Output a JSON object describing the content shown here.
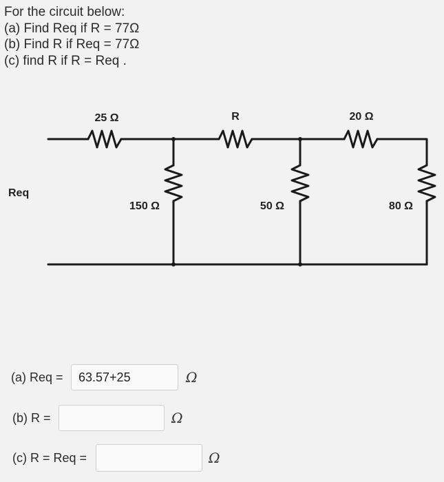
{
  "question": {
    "intro": "For the circuit below:",
    "part_a": "(a) Find Req if R = 77Ω",
    "part_b": "(b) Find R if Req = 77Ω",
    "part_c": "(c) find R if R = Req ."
  },
  "circuit": {
    "req_label": "Req",
    "r25": "25 Ω",
    "r_unknown": "R",
    "r20": "20 Ω",
    "r150": "150 Ω",
    "r50": "50 Ω",
    "r80": "80 Ω"
  },
  "answers": {
    "a_label": "(a) Req =",
    "a_value": "63.57+25",
    "b_label": "(b) R =",
    "b_value": "",
    "c_label": "(c) R = Req =",
    "c_value": "",
    "unit": "Ω"
  }
}
